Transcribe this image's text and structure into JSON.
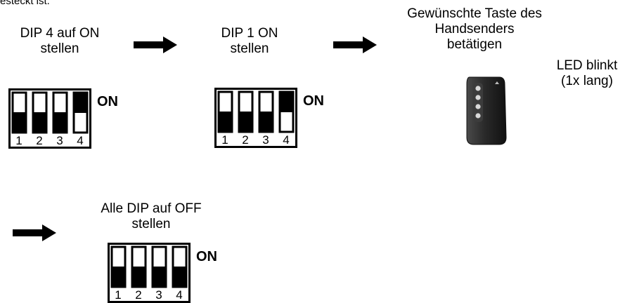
{
  "header_cut_text": "esteckt ist.",
  "steps": [
    {
      "label_line1": "DIP 4 auf ON",
      "label_line2": "stellen",
      "switch_states": [
        false,
        false,
        false,
        true
      ]
    },
    {
      "label_line1": "DIP 1 ON",
      "label_line2": "stellen",
      "switch_states": [
        false,
        false,
        false,
        true
      ]
    },
    {
      "label_line1": "Gewünschte Taste des",
      "label_line2": "Handsenders",
      "label_line3": "betätigen"
    },
    {
      "label_line1": "Alle DIP auf OFF",
      "label_line2": "stellen",
      "switch_states": [
        false,
        false,
        false,
        false
      ]
    }
  ],
  "switch_numbers": [
    "1",
    "2",
    "3",
    "4"
  ],
  "on_label": "ON",
  "led": {
    "line1": "LED blinkt",
    "line2": "(1x lang)"
  },
  "colors": {
    "ink": "#000000",
    "remote_body": "#2a2a2a",
    "remote_button": "#d9d9d9"
  }
}
